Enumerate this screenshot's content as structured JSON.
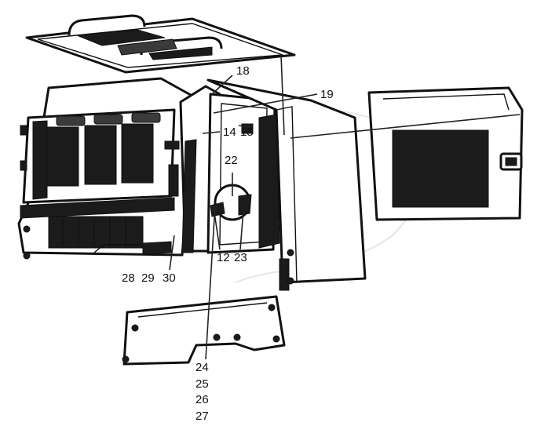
{
  "diagram": {
    "callouts": [
      {
        "id": "18",
        "text": "18"
      },
      {
        "id": "19",
        "text": "19"
      },
      {
        "id": "14",
        "text": "14"
      },
      {
        "id": "15",
        "text": "15"
      },
      {
        "id": "22",
        "text": "22"
      },
      {
        "id": "12",
        "text": "12"
      },
      {
        "id": "23",
        "text": "23"
      },
      {
        "id": "28",
        "text": "28"
      },
      {
        "id": "29",
        "text": "29"
      },
      {
        "id": "30",
        "text": "30"
      },
      {
        "id": "24",
        "text": "24"
      },
      {
        "id": "25",
        "text": "25"
      },
      {
        "id": "26",
        "text": "26"
      },
      {
        "id": "27",
        "text": "27"
      }
    ],
    "colors": {
      "line": "#111111",
      "fill": "#ffffff",
      "dark": "#1b1b1b",
      "watermark": "#e6e6e6"
    }
  }
}
